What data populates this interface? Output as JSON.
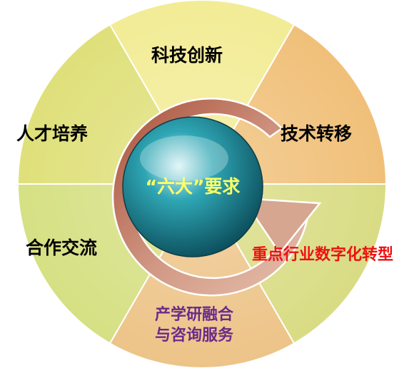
{
  "center": {
    "label": "“六大”要求"
  },
  "segments": [
    {
      "id": "tech-innovation",
      "label": "科技创新",
      "color": "#f2ec96"
    },
    {
      "id": "tech-transfer",
      "label": "技术转移",
      "color": "#f0c079"
    },
    {
      "id": "digital-transformation",
      "label": "重点行业数字化转型",
      "color": "#d9dc84"
    },
    {
      "id": "industry-university",
      "label": [
        "产学研融合",
        "与咨询服务"
      ],
      "color": "#edc488"
    },
    {
      "id": "cooperation",
      "label": "合作交流",
      "color": "#d6e083"
    },
    {
      "id": "talent",
      "label": "人才培养",
      "color": "#dfe07a"
    }
  ],
  "colors": {
    "segment_label": "#000000",
    "highlight_label": "#ee1111",
    "purple_label": "#6a2a8c",
    "center_text": "#ffff66",
    "arrow": "#c98a72"
  }
}
